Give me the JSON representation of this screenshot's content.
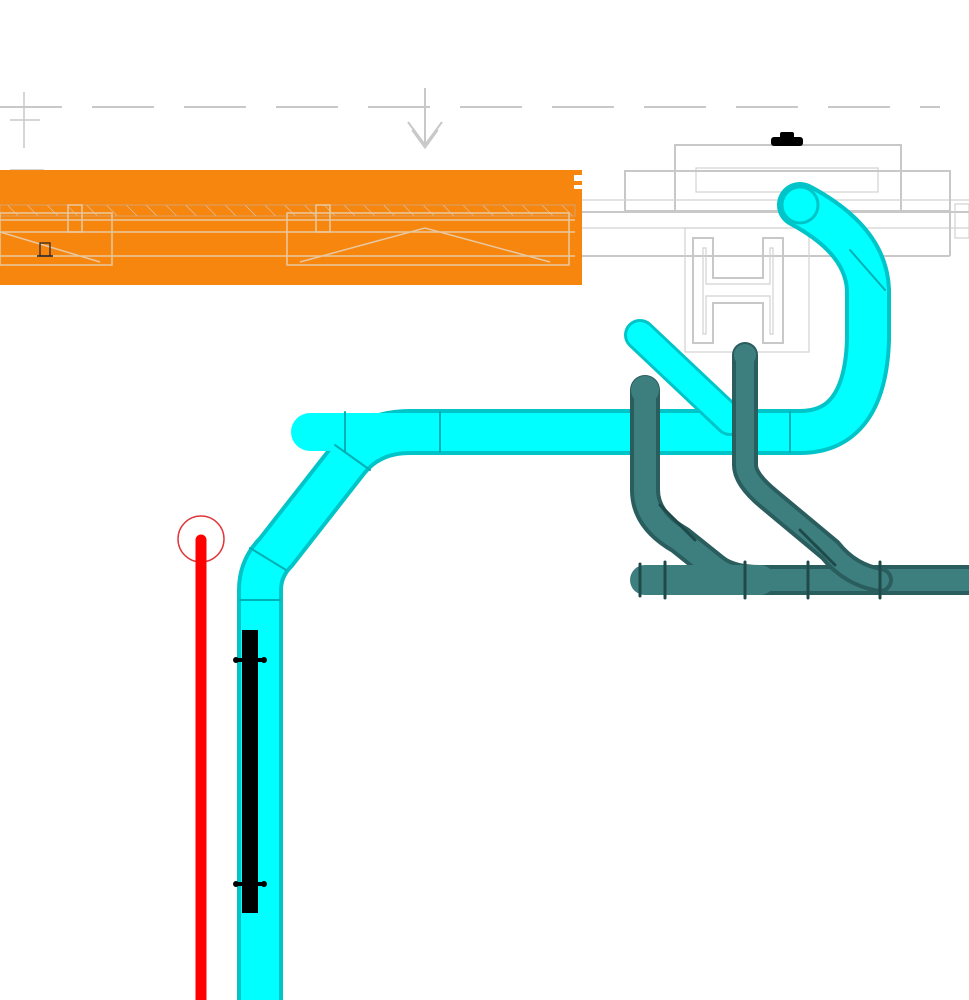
{
  "drawing": {
    "background_color": "#ffffff",
    "colors": {
      "duct_orange": "#f7860f",
      "pipe_cyan": "#00ffff",
      "pipe_cyan_shade": "#00c4c8",
      "pipe_teal": "#3d7f7f",
      "pipe_teal_dark": "#2a5d5e",
      "wire_red": "#ff0000",
      "marker_circle": "#e0393c",
      "hanger_black": "#000000",
      "ghost_lines": "#c8c8c8"
    },
    "elements": [
      "gridline-dashed",
      "section-arrow-symbol",
      "orange-duct",
      "ghost-steel-beam",
      "ghost-i-beam-section",
      "cyan-pipe-run",
      "teal-pipe-run",
      "red-wire",
      "black-pipe-support"
    ]
  }
}
